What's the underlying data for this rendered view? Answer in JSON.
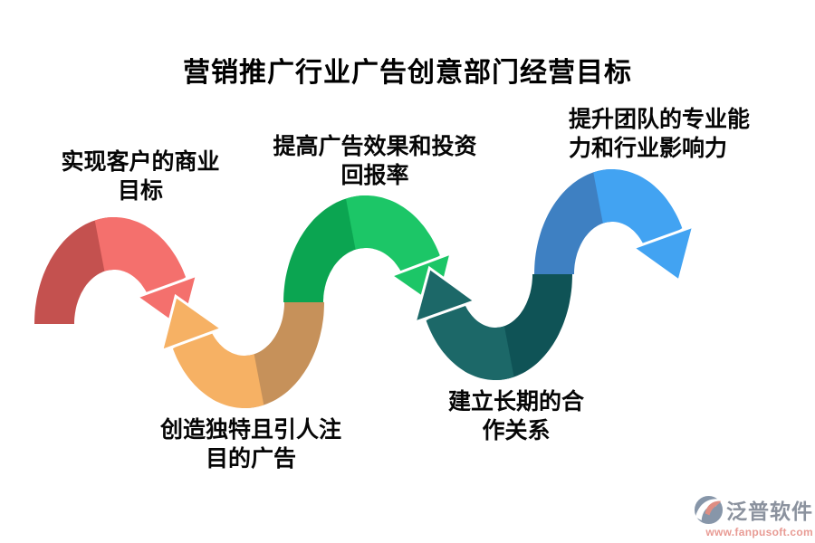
{
  "title": "营销推广行业广告创意部门经营目标",
  "arcs": [
    {
      "id": 1,
      "label": "实现客户的商业\n目标",
      "direction": "up",
      "color_dark": "#c4514f",
      "color_light": "#f4706d"
    },
    {
      "id": 2,
      "label": "创造独特且引人注\n目的广告",
      "direction": "down",
      "color_dark": "#c6915a",
      "color_light": "#f6b164"
    },
    {
      "id": 3,
      "label": "提高广告效果和投资\n回报率",
      "direction": "up",
      "color_dark": "#0ba551",
      "color_light": "#1cc667"
    },
    {
      "id": 4,
      "label": "建立长期的合\n作关系",
      "direction": "down",
      "color_dark": "#0f5356",
      "color_light": "#1c6868"
    },
    {
      "id": 5,
      "label": "提升团队的专业能\n力和行业影响力",
      "direction": "up",
      "color_dark": "#3e80c2",
      "color_light": "#42a3f2"
    }
  ],
  "footer": {
    "brand_name": "泛普软件",
    "brand_url": "www.fanpusoft.com",
    "brand_grey": "#8796a9",
    "brand_salmon": "#de8e83",
    "text_color": "#8b929e",
    "url_color": "#e89b94"
  }
}
